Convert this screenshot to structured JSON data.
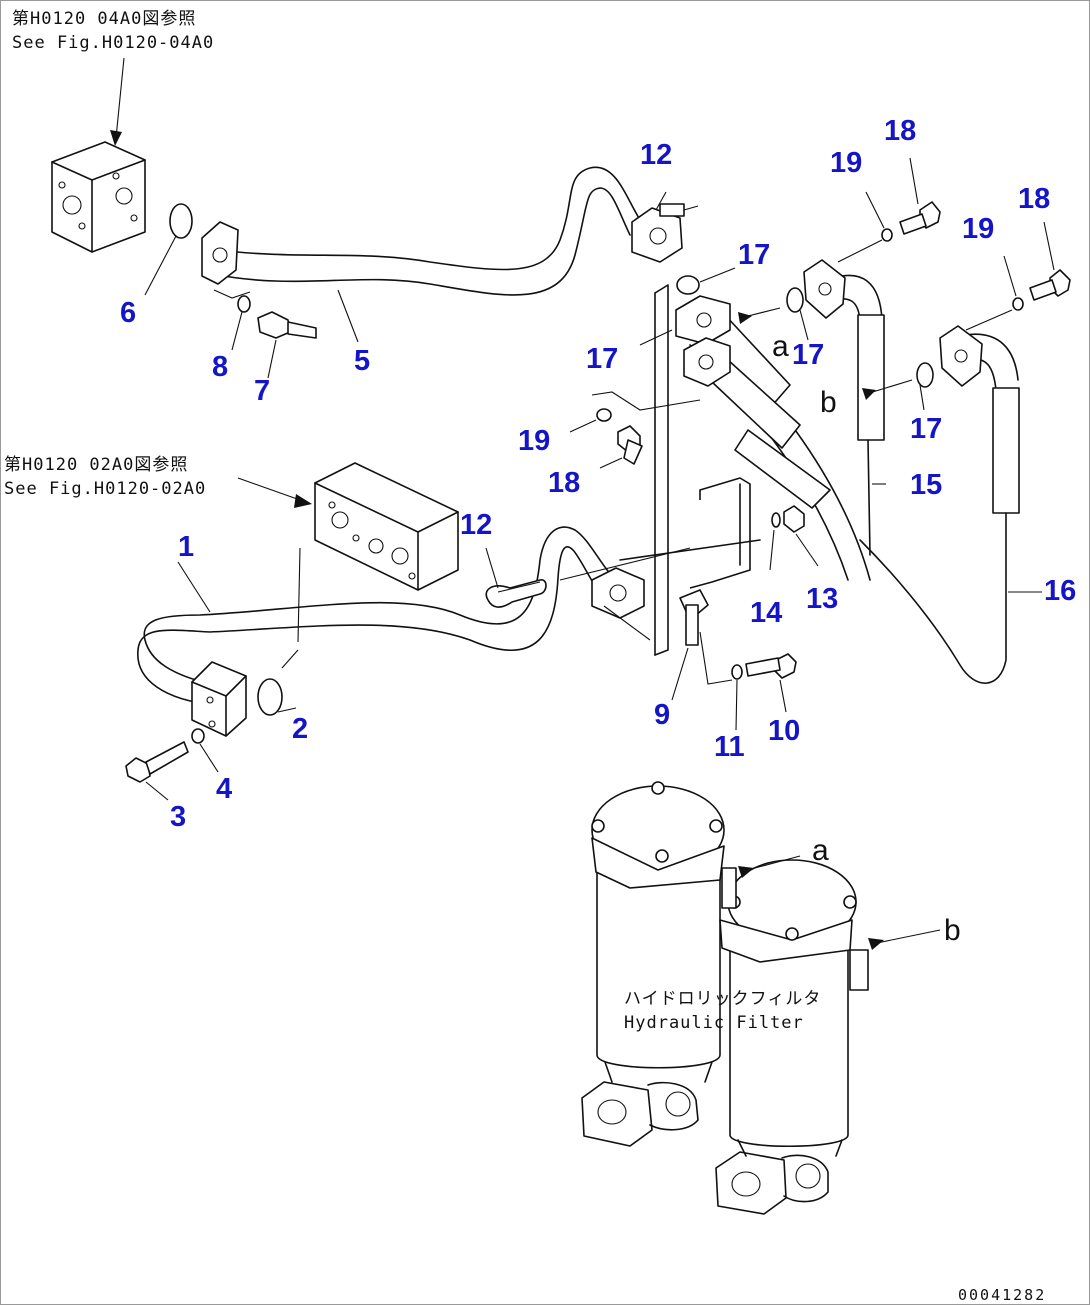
{
  "references": {
    "upper_jp": "第H0120 04A0図参照",
    "upper_en": "See Fig.H0120-04A0",
    "lower_jp": "第H0120 02A0図参照",
    "lower_en": "See Fig.H0120-02A0"
  },
  "filter": {
    "label_jp": "ハイドロリックフィルタ",
    "label_en": "Hydraulic Filter"
  },
  "connection_letters": {
    "a": "a",
    "b": "b"
  },
  "drawing_code": "00041282",
  "callouts": [
    "1",
    "2",
    "3",
    "4",
    "5",
    "6",
    "7",
    "8",
    "9",
    "10",
    "11",
    "12",
    "13",
    "14",
    "15",
    "16",
    "17",
    "18",
    "19"
  ],
  "colors": {
    "callout": "#1414c8",
    "line": "#111111"
  }
}
